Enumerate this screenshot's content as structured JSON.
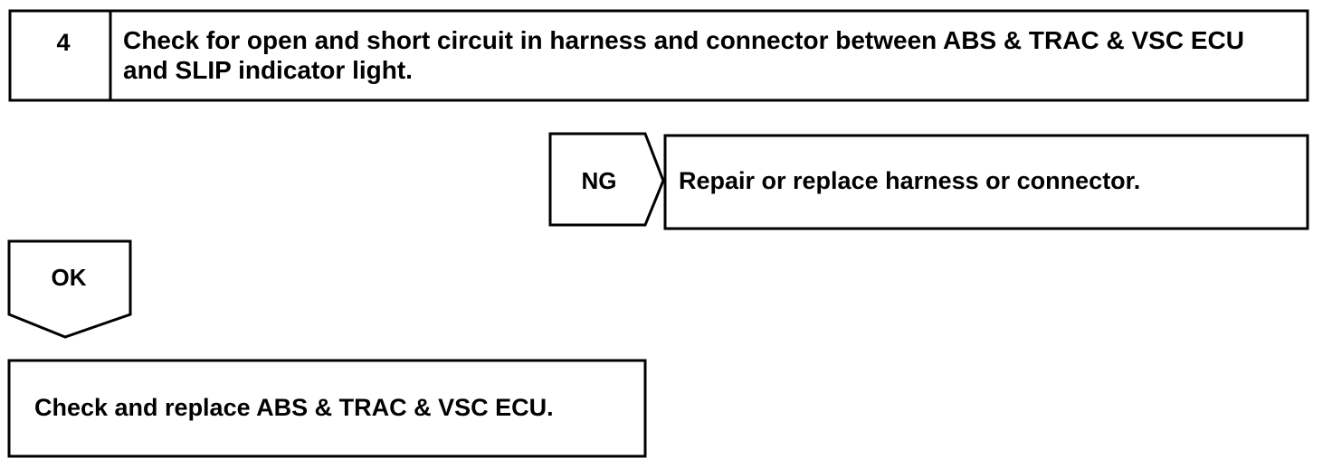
{
  "step": {
    "number": "4",
    "title": "Check for open and short circuit in harness and connector between ABS & TRAC & VSC ECU and SLIP indicator light."
  },
  "ng_branch": {
    "label": "NG",
    "action": "Repair or replace harness or connector."
  },
  "ok_branch": {
    "label": "OK",
    "action": "Check and replace ABS & TRAC & VSC ECU."
  }
}
